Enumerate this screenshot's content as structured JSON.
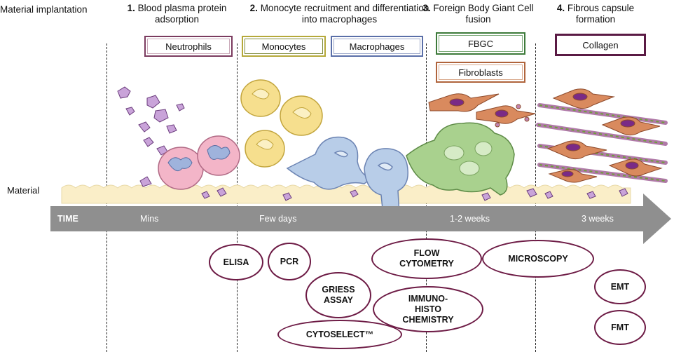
{
  "stages": {
    "s0": {
      "title": "Material implantation"
    },
    "s1": {
      "num": "1.",
      "title": "Blood plasma protein adsorption"
    },
    "s2": {
      "num": "2.",
      "title": "Monocyte recruitment and differentiation into macrophages"
    },
    "s3": {
      "num": "3.",
      "title": "Foreign Body Giant Cell fusion"
    },
    "s4": {
      "num": "4.",
      "title": "Fibrous capsule formation"
    }
  },
  "cells": {
    "neutrophils": "Neutrophils",
    "monocytes": "Monocytes",
    "macrophages": "Macrophages",
    "fbgc": "FBGC",
    "fibroblasts": "Fibroblasts",
    "collagen": "Collagen"
  },
  "material_label": "Material",
  "timeline": {
    "label": "TIME",
    "ticks": [
      "Mins",
      "Few days",
      "1-2 weeks",
      "3 weeks"
    ]
  },
  "techniques": {
    "elisa": "ELISA",
    "pcr": "PCR",
    "griess": "GRIESS ASSAY",
    "cytoselect": "CYTOSELECT™",
    "flow": "FLOW CYTOMETRY",
    "ihc": "IMMUNO-HISTO CHEMISTRY",
    "microscopy": "MICROSCOPY",
    "emt": "EMT",
    "fmt": "FMT"
  },
  "colors": {
    "neutrophils_border": "#7b3b5f",
    "monocytes_border": "#b5a93a",
    "macrophages_border": "#5a6fa8",
    "fbgc_border": "#3d7a3a",
    "fibroblasts_border": "#b0643c",
    "collagen_border": "#5a1a44",
    "technique_border": "#6d1b45",
    "arrow": "#8f8f8f",
    "material": "#faeec8"
  }
}
